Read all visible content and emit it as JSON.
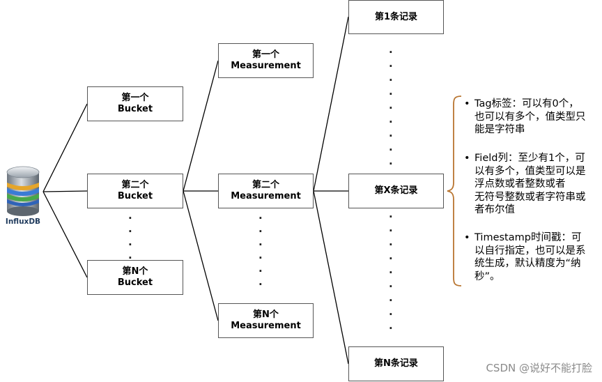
{
  "diagram": {
    "database": {
      "label": "InfluxDB"
    },
    "buckets": [
      {
        "line1": "第一个",
        "line2": "Bucket"
      },
      {
        "line1": "第二个",
        "line2": "Bucket"
      },
      {
        "line1": "第N个",
        "line2": "Bucket"
      }
    ],
    "measurements": [
      {
        "line1": "第一个",
        "line2": "Measurement"
      },
      {
        "line1": "第二个",
        "line2": "Measurement"
      },
      {
        "line1": "第N个",
        "line2": "Measurement"
      }
    ],
    "records": [
      {
        "label": "第1条记录"
      },
      {
        "label": "第X条记录"
      },
      {
        "label": "第N条记录"
      }
    ],
    "ellipsis": "·",
    "notes": [
      {
        "bullet": "•",
        "lines": [
          "Tag标签：可以有0个，",
          "也可以有多个，值类型只",
          "能是字符串"
        ]
      },
      {
        "bullet": "•",
        "lines": [
          "Field列：至少有1个，可",
          "以有多个，值类型可以是",
          "浮点数或者整数或者",
          "无符号整数或者字符串或",
          "者布尔值"
        ]
      },
      {
        "bullet": "•",
        "lines": [
          "Timestamp时间戳：可",
          "以自行指定，也可以是系",
          "统生成，默认精度为“纳",
          "秒”。"
        ]
      }
    ],
    "colors": {
      "brace": "#b8742f",
      "line": "#000000",
      "border": "#555555"
    }
  },
  "watermark": "CSDN @说好不能打脸"
}
